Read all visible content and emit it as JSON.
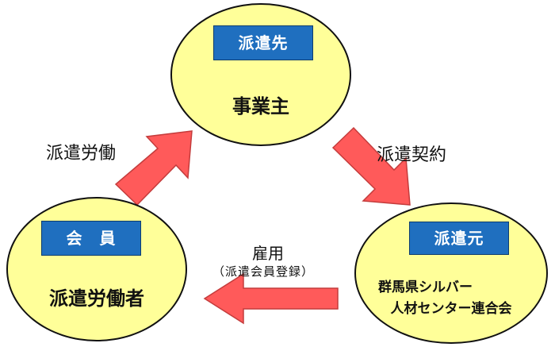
{
  "diagram": {
    "nodes": {
      "top": {
        "badge": "派遣先",
        "subtitle": "事業主"
      },
      "left": {
        "badge": "会　員",
        "subtitle": "派遣労働者"
      },
      "right": {
        "badge": "派遣元",
        "subtitle_line1": "群馬県シルバー",
        "subtitle_line2": "人材センター連合会"
      }
    },
    "edges": {
      "left_to_top": {
        "label": "派遣労働"
      },
      "top_to_right": {
        "label": "派遣契約"
      },
      "right_to_left": {
        "label": "雇用",
        "sublabel": "（派遣会員登録）"
      }
    },
    "colors": {
      "node_fill": "#ffff99",
      "node_stroke": "#111111",
      "badge_fill": "#1f6fbf",
      "arrow_fill": "#ff5a5a",
      "arrow_stroke": "#c43c3c"
    }
  }
}
